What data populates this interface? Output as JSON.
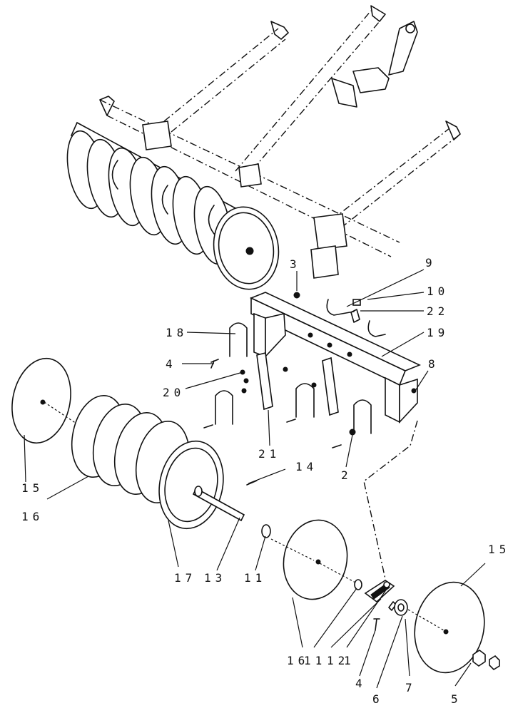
{
  "diagram": {
    "callouts": {
      "c1": "1",
      "c2": "2",
      "c3": "3",
      "c4a": "4",
      "c4b": "4",
      "c5": "5",
      "c6": "6",
      "c7": "7",
      "c8": "8",
      "c9": "9",
      "c10": "10",
      "c11a": "11",
      "c11b": "11",
      "c12": "12",
      "c13": "13",
      "c14": "14",
      "c15a": "15",
      "c15b": "15",
      "c16a": "16",
      "c16b": "16",
      "c17": "17",
      "c18": "18",
      "c19": "19",
      "c20": "20",
      "c21": "21",
      "c22": "22"
    }
  }
}
